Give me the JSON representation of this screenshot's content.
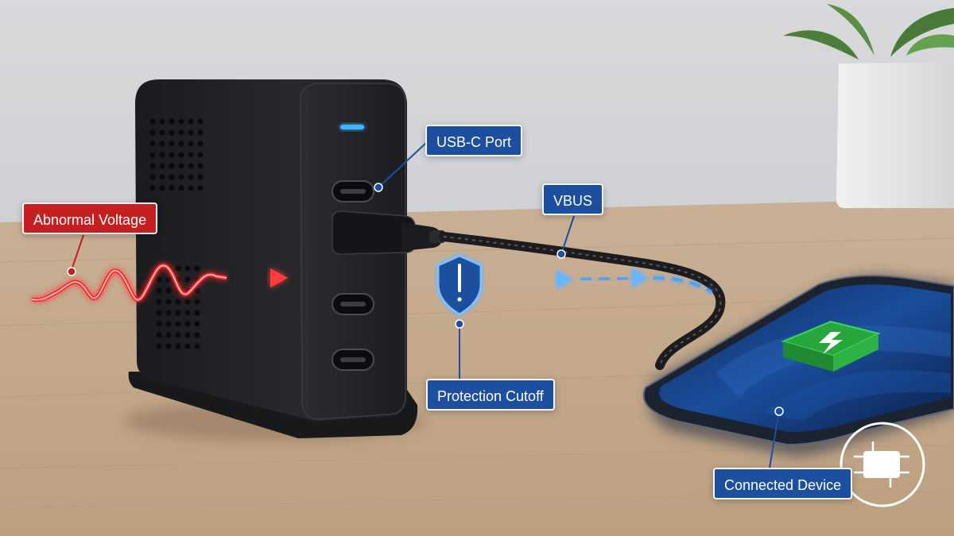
{
  "labels": {
    "usb_c_port": "USB-C Port",
    "vbus": "VBUS",
    "abnormal_voltage": "Abnormal Voltage",
    "protection_cutoff": "Protection Cutoff",
    "connected_device": "Connected Device"
  },
  "colors": {
    "callout_blue": "#1d4fa0",
    "callout_red": "#c51f22",
    "signal_red": "#ff2b2b",
    "signal_blue": "#3d9bff",
    "battery_green": "#2fc24a",
    "led_blue": "#3fb6ff"
  },
  "icons": {
    "protection": "shield-icon",
    "battery": "battery-bolt-icon",
    "watermark": "chip-logo-icon"
  }
}
